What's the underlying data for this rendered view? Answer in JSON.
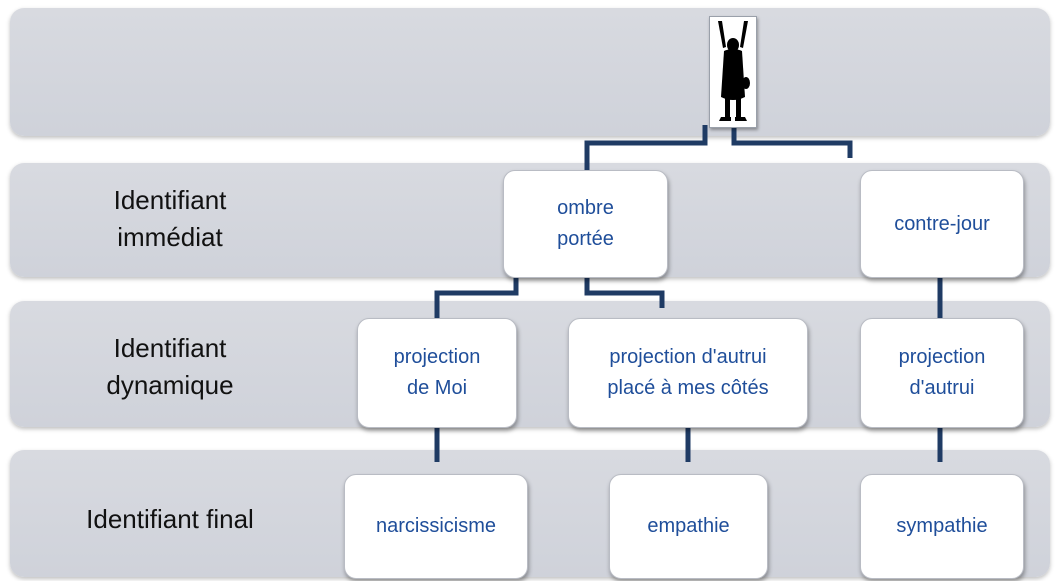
{
  "rows": [
    {
      "label": "Identifiant\nimmédiat"
    },
    {
      "label": "Identifiant\ndynamique"
    },
    {
      "label": "Identifiant final"
    }
  ],
  "nodes": {
    "ombre_portee": "ombre\nportée",
    "contre_jour": "contre-jour",
    "projection_moi": "projection\nde Moi",
    "projection_autrui_place": "projection d'autrui\nplacé à mes côtés",
    "projection_autrui": "projection\nd'autrui",
    "narcissicisme": "narcissicisme",
    "empathie": "empathie",
    "sympathie": "sympathie"
  },
  "colors": {
    "connector": "#1f3b64",
    "node_text": "#1f4e9a",
    "band": "#d3d6dd"
  },
  "icons": {
    "root": "silhouette-person-arms-raised-icon"
  }
}
